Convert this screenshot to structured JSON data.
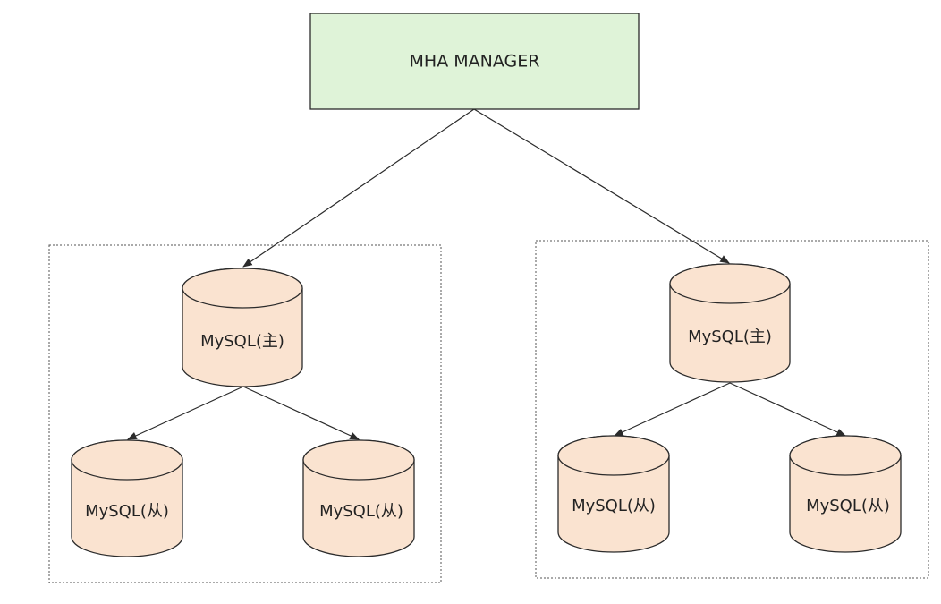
{
  "colors": {
    "manager_fill": "#dff3d8",
    "cylinder_fill": "#fae3d0",
    "stroke": "#2b2b2b",
    "group_border": "#555555"
  },
  "manager": {
    "label": "MHA MANAGER"
  },
  "groups": [
    {
      "master": {
        "label": "MySQL(主)"
      },
      "slaves": [
        {
          "label": "MySQL(从)"
        },
        {
          "label": "MySQL(从)"
        }
      ]
    },
    {
      "master": {
        "label": "MySQL(主)"
      },
      "slaves": [
        {
          "label": "MySQL(从)"
        },
        {
          "label": "MySQL(从)"
        }
      ]
    }
  ]
}
